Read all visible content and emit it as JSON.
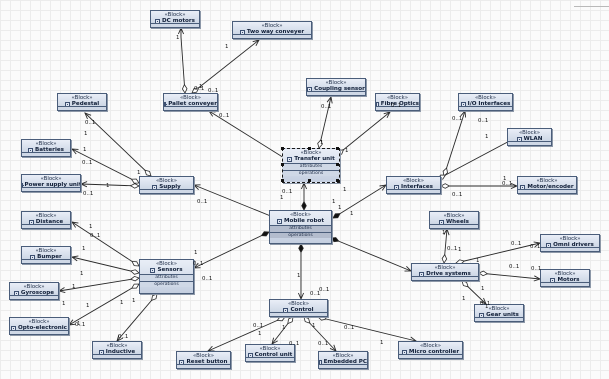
{
  "stereotype": "«Block»",
  "blocks": [
    {
      "id": "dc_motors",
      "name": "DC motors"
    },
    {
      "id": "two_way_conveyer",
      "name": "Two way conveyer"
    },
    {
      "id": "pedestal",
      "name": "Pedestal"
    },
    {
      "id": "pallet_conveyer",
      "name": "Pallet conveyer"
    },
    {
      "id": "coupling_sensor",
      "name": "Coupling sensor"
    },
    {
      "id": "fibre_optics",
      "name": "Fibre Optics"
    },
    {
      "id": "io_interfaces",
      "name": "I/O Interfaces"
    },
    {
      "id": "wlan",
      "name": "WLAN"
    },
    {
      "id": "batteries",
      "name": "Batteries"
    },
    {
      "id": "transfer_unit",
      "name": "Transfer unit",
      "compartments": [
        "attributes",
        "operations"
      ],
      "selected": true
    },
    {
      "id": "power_supply_unit",
      "name": "Power supply unit"
    },
    {
      "id": "supply",
      "name": "Supply"
    },
    {
      "id": "interfaces",
      "name": "Interfaces"
    },
    {
      "id": "motor_encoder",
      "name": "Motor/encoder"
    },
    {
      "id": "distance",
      "name": "Distance"
    },
    {
      "id": "mobile_robot",
      "name": "Mobile robot",
      "compartments": [
        "attributes",
        "operations"
      ],
      "dark": true
    },
    {
      "id": "wheels",
      "name": "Wheels"
    },
    {
      "id": "bumper",
      "name": "Bumper"
    },
    {
      "id": "sensors",
      "name": "Sensors",
      "compartments": [
        "attributes",
        "operations"
      ]
    },
    {
      "id": "omni_drivers",
      "name": "Omni drivers"
    },
    {
      "id": "drive_systems",
      "name": "Drive systems"
    },
    {
      "id": "gyroscope",
      "name": "Gyroscope"
    },
    {
      "id": "motors",
      "name": "Motors"
    },
    {
      "id": "opto_electronic",
      "name": "Opto-electronic"
    },
    {
      "id": "control",
      "name": "Control"
    },
    {
      "id": "gear_units",
      "name": "Gear units"
    },
    {
      "id": "inductive",
      "name": "Inductive"
    },
    {
      "id": "reset_button",
      "name": "Reset button"
    },
    {
      "id": "control_unit",
      "name": "Control unit"
    },
    {
      "id": "embedded_pc",
      "name": "Embedded PC"
    },
    {
      "id": "micro_controller",
      "name": "Micro controller"
    }
  ],
  "multiplicities": [
    "1",
    "0..1",
    "1",
    "0..1",
    "0..1",
    "1",
    "1",
    "0..1",
    "0..1",
    "1",
    "0..1",
    "1",
    "0..1",
    "0..1",
    "1",
    "1",
    "0..1",
    "0..1",
    "1",
    "0..1",
    "1",
    "0..1",
    "1",
    "0..1",
    "1",
    "0..1",
    "1",
    "1",
    "1",
    "1",
    "1",
    "0..1",
    "0..1",
    "1",
    "0..1",
    "1",
    "1",
    "1",
    "1",
    "1",
    "1",
    "0..1",
    "1",
    "0..1",
    "1",
    "0..1",
    "1",
    "1",
    "0..1",
    "0..1",
    "1",
    "0..1",
    "1",
    "0..1",
    "1",
    "1",
    "0..1",
    "1",
    "0..1",
    "1",
    "0..1",
    "1",
    "0..1",
    "0..1",
    "1",
    "1",
    "0..1",
    "0..1"
  ],
  "relationships": [
    {
      "from": "pallet_conveyer",
      "to": "dc_motors"
    },
    {
      "from": "pallet_conveyer",
      "to": "two_way_conveyer"
    },
    {
      "from": "supply",
      "to": "pedestal"
    },
    {
      "from": "transfer_unit",
      "to": "pallet_conveyer"
    },
    {
      "from": "transfer_unit",
      "to": "coupling_sensor"
    },
    {
      "from": "transfer_unit",
      "to": "fibre_optics"
    },
    {
      "from": "interfaces",
      "to": "io_interfaces"
    },
    {
      "from": "interfaces",
      "to": "wlan"
    },
    {
      "from": "interfaces",
      "to": "motor_encoder"
    },
    {
      "from": "supply",
      "to": "batteries"
    },
    {
      "from": "supply",
      "to": "power_supply_unit"
    },
    {
      "from": "mobile_robot",
      "to": "transfer_unit"
    },
    {
      "from": "mobile_robot",
      "to": "supply"
    },
    {
      "from": "mobile_robot",
      "to": "interfaces"
    },
    {
      "from": "mobile_robot",
      "to": "sensors"
    },
    {
      "from": "mobile_robot",
      "to": "drive_systems"
    },
    {
      "from": "mobile_robot",
      "to": "control"
    },
    {
      "from": "sensors",
      "to": "distance"
    },
    {
      "from": "sensors",
      "to": "bumper"
    },
    {
      "from": "sensors",
      "to": "gyroscope"
    },
    {
      "from": "sensors",
      "to": "opto_electronic"
    },
    {
      "from": "sensors",
      "to": "inductive"
    },
    {
      "from": "drive_systems",
      "to": "wheels"
    },
    {
      "from": "drive_systems",
      "to": "omni_drivers"
    },
    {
      "from": "drive_systems",
      "to": "motors"
    },
    {
      "from": "drive_systems",
      "to": "gear_units"
    },
    {
      "from": "control",
      "to": "reset_button"
    },
    {
      "from": "control",
      "to": "control_unit"
    },
    {
      "from": "control",
      "to": "embedded_pc"
    },
    {
      "from": "control",
      "to": "micro_controller"
    }
  ]
}
